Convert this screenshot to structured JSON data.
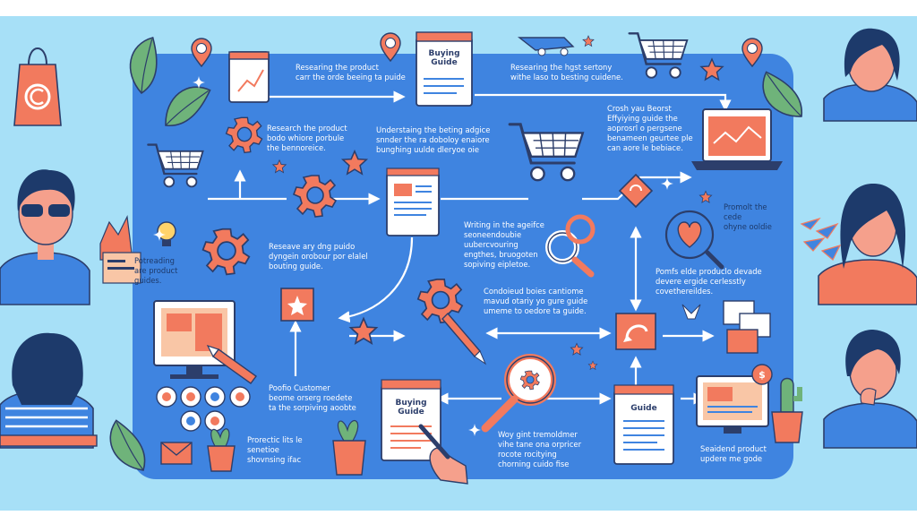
{
  "captions": [
    {
      "id": "c1",
      "text": "Researing the product\ncarr the orde beeing ta puide"
    },
    {
      "id": "c2",
      "text": "Researing the hgst sertony\nwithe laso to besting cuidene."
    },
    {
      "id": "c3",
      "text": "Crosh yau Beorst\nEffyiying guide the\naoprosrl o pergsene\nbenameen geurtee ple\ncan aore le bebiace."
    },
    {
      "id": "c4",
      "text": "Research the product\nbodo whiore porbule\nthe bennoreice."
    },
    {
      "id": "c5",
      "text": "Understaing the beting adgice\nsnnder the ra doboloy enaiore\nbunghing uulde dleryoe oie"
    },
    {
      "id": "c6",
      "text": "Promolt the\ncede\nohyne ooldie"
    },
    {
      "id": "c7",
      "text": "Potreading\nare product\nguides."
    },
    {
      "id": "c8",
      "text": "Reseave ary dng puido\ndyngein orobour por elalel\nbouting guide."
    },
    {
      "id": "c9",
      "text": "Writing in the ageifce\nseoneendoubie\nuubercvouring\nengthes, bruogoten\nsopiving eipletoe."
    },
    {
      "id": "c10",
      "text": "Pomfs elde produclo devade\ndevere ergide cerlesstly\ncovethereildes."
    },
    {
      "id": "c11",
      "text": "Condoieud boies cantiome\nmavud otariy yo gure guide\numeme to oedore ta guide."
    },
    {
      "id": "c12",
      "text": "Poofio Customer\nbeome orserg roedete\nta the sorpiving aoobte"
    },
    {
      "id": "c13",
      "text": "Prorectic lits le\nsenetioe\nshovnsing ifac"
    },
    {
      "id": "c14",
      "text": "Woy gint tremoldmer\nvihe tane ona orpricer\nrocote rocitying\nchorning cuido fise"
    },
    {
      "id": "c15",
      "text": "Seaidend product\nupdere me gode"
    }
  ],
  "notepad_titles": {
    "top": "Buying\nGuide",
    "bottom": "Buying\nGuide",
    "right": "Guide"
  },
  "badge_symbol": "$",
  "colors": {
    "background": "#a7e0f7",
    "panel": "#3f84e0",
    "accent": "#f27a5e",
    "accent_dark": "#d9533d",
    "navy": "#2c3e6b",
    "leaf": "#6fb37a",
    "white": "#ffffff"
  },
  "icons": [
    "shopping-bag-icon",
    "copyright-icon",
    "leaf-icon",
    "gear-icon",
    "cart-icon",
    "star-icon",
    "notepad-icon",
    "laptop-icon",
    "location-pin-icon",
    "lightbulb-icon",
    "monitor-icon",
    "pencil-icon",
    "magnifier-icon",
    "heart-icon",
    "refresh-icon",
    "potted-plant-icon",
    "envelope-icon",
    "hand-icon",
    "person-avatar"
  ]
}
